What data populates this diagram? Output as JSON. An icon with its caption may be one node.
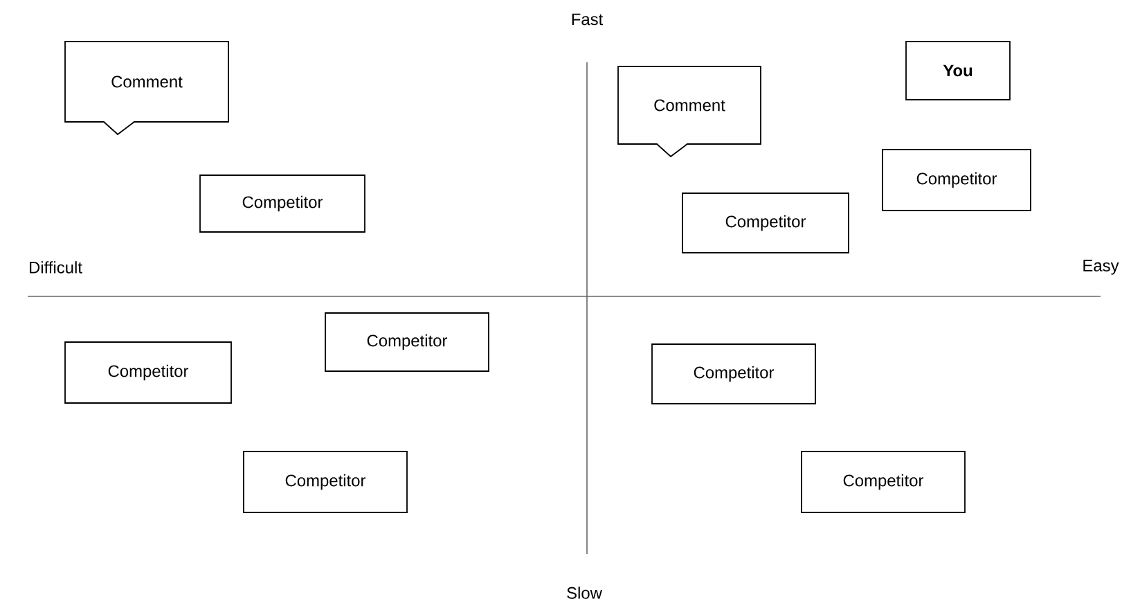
{
  "diagram": {
    "nodes": [
      {
        "text": [
          "Comment"
        ]
      },
      {
        "text": [
          "You"
        ]
      },
      {
        "text": [
          "Comment"
        ]
      },
      {
        "text": [
          "Competitor"
        ]
      },
      {
        "text": [
          "Competitor"
        ]
      },
      {
        "text": [
          "Competitor"
        ]
      },
      {
        "text": [
          "Competitor"
        ]
      },
      {
        "text": [
          "Competitor"
        ]
      },
      {
        "text": [
          "Competitor"
        ]
      },
      {
        "text": [
          "Competitor"
        ]
      },
      {
        "text": [
          "Competitor"
        ]
      }
    ],
    "labels": [
      "Fast",
      "Difficult",
      "Easy",
      "Slow"
    ]
  }
}
